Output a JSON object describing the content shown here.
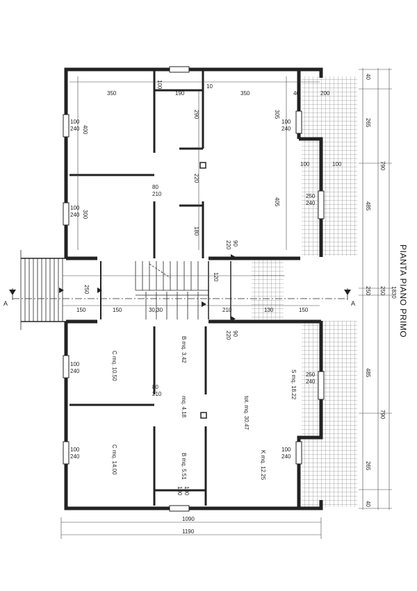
{
  "drawing": {
    "title": "PIANTA PIANO PRIMO",
    "section_markers": [
      "A",
      "A"
    ]
  },
  "rooms_lower_apartment": [
    {
      "label": "C mq. 10.50"
    },
    {
      "label": "C mq. 14.00"
    },
    {
      "label": "B mq. 3.42"
    },
    {
      "label": "mq. 4.18"
    },
    {
      "label": "B mq. 5.51"
    },
    {
      "label": "tot. mq. 30.47"
    },
    {
      "label": "S mq. 18.22"
    },
    {
      "label": "K mq. 12.25"
    }
  ],
  "dimensions": {
    "upper": {
      "top_row": [
        "350",
        "100",
        "190",
        "10",
        "350",
        "40",
        "200"
      ],
      "room_depths": [
        "400",
        "300",
        "290",
        "220",
        "180",
        "305",
        "405"
      ],
      "windows": [
        "100",
        "240",
        "100",
        "240",
        "100",
        "240",
        "250",
        "240"
      ],
      "doors": [
        "80",
        "210",
        "90",
        "220"
      ],
      "balcony": [
        "100",
        "100"
      ]
    },
    "corridor": [
      "250",
      "120",
      "150",
      "150",
      "30,30",
      "210",
      "130",
      "150"
    ],
    "lower": {
      "windows": [
        "100",
        "240",
        "100",
        "240",
        "250",
        "240",
        "100",
        "240"
      ],
      "doors": [
        "90",
        "220",
        "80",
        "210",
        "100",
        "100"
      ]
    },
    "right_chain": [
      "40",
      "265",
      "790",
      "485",
      "1830",
      "250",
      "250",
      "485",
      "790",
      "265",
      "40"
    ],
    "bottom": [
      "1090",
      "1190"
    ]
  }
}
